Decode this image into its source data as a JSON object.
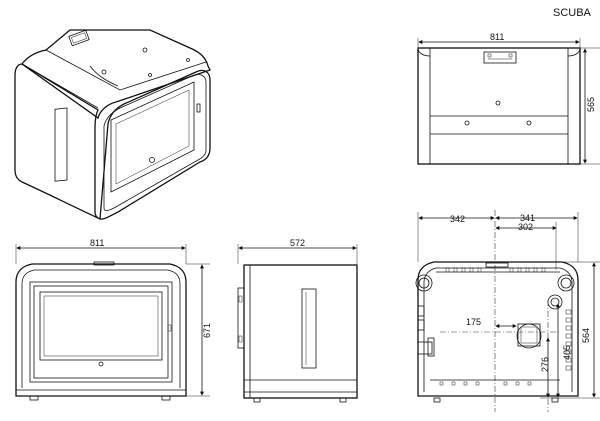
{
  "title": "SCUBA",
  "views": {
    "perspective": {},
    "top": {
      "width": "811",
      "depth": "565"
    },
    "front": {
      "width": "811",
      "height": "671"
    },
    "side": {
      "depth": "572"
    },
    "bottom": {
      "left_offset": "342",
      "right_offset": "341",
      "inner_right": "302",
      "flue_offset": "175",
      "depth_total": "564",
      "rear_offset": "405",
      "flue_distance": "276"
    }
  }
}
